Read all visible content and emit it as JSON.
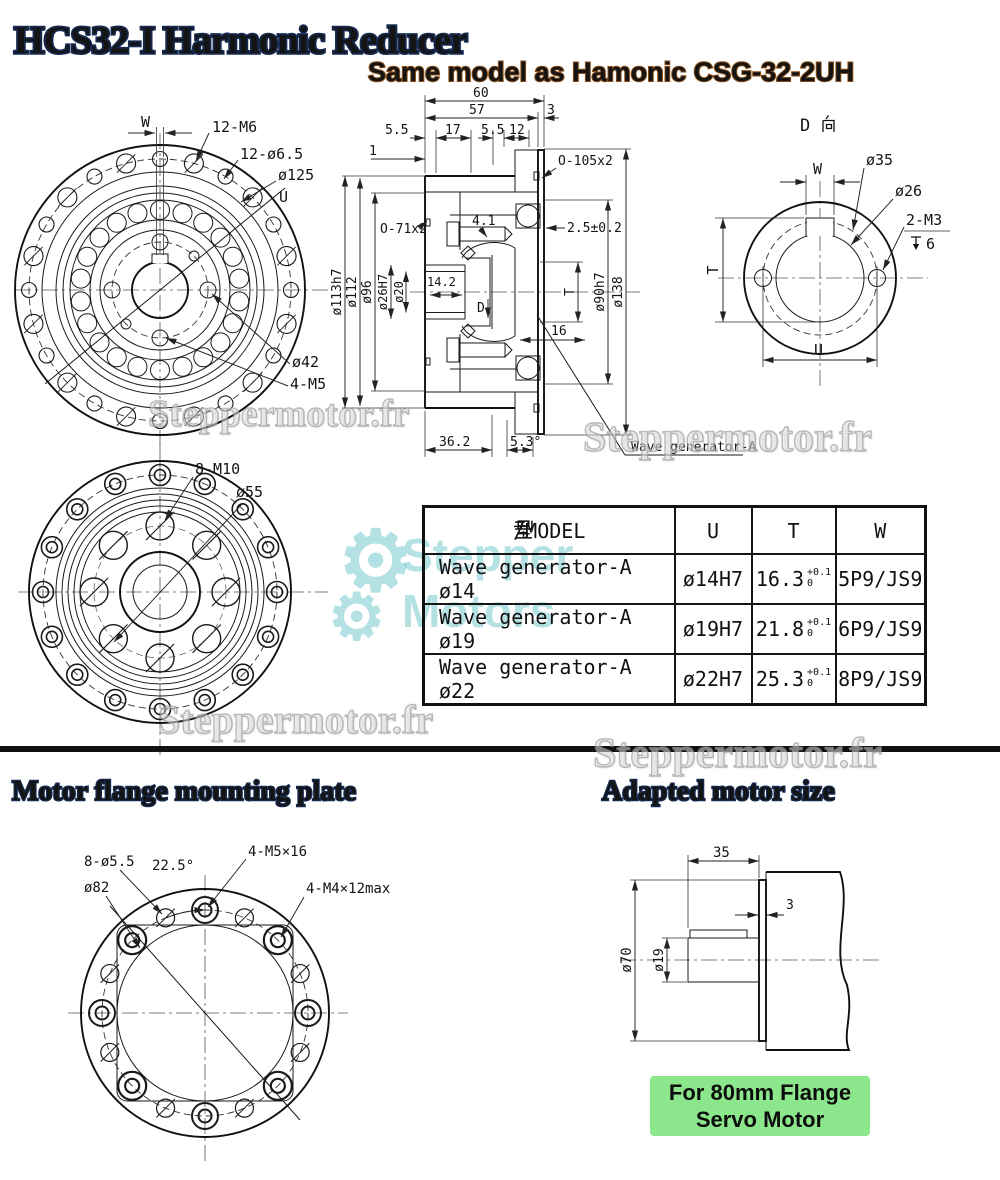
{
  "header": {
    "title": "HCS32-I Harmonic Reducer",
    "subtitle": "Same model as Hamonic CSG-32-2UH"
  },
  "sections": {
    "left": "Motor flange mounting plate",
    "right": "Adapted motor size"
  },
  "front_view": {
    "w": "W",
    "m6": "12-M6",
    "d65": "12-ø6.5",
    "d125": "ø125",
    "u": "U",
    "d42": "ø42",
    "m5": "4-M5"
  },
  "section_view": {
    "d60": "60",
    "d57": "57",
    "d3": "3",
    "d55a": "5.5",
    "d17": "17",
    "d55b": "5.5",
    "d12": "12",
    "d1": "1",
    "oring_top": "O-105x2",
    "oring_left": "O-71x2",
    "d41": "4.1",
    "d25": "2.5±0.2",
    "dia113": "ø113h7",
    "dia112": "ø112",
    "dia96": "ø96",
    "dia26": "ø26H7",
    "dia20": "ø20",
    "d142": "14.2",
    "dlabel": "D",
    "tlabel": "T",
    "dia90": "ø90h7",
    "dia138": "ø138",
    "d16": "16",
    "d362": "36.2",
    "d53": "5.3°",
    "wave_label": "Wave generator-A"
  },
  "d_view": {
    "title": "D 向",
    "title_latin": "D",
    "w": "W",
    "d35": "ø35",
    "d26": "ø26",
    "m3": "2-M3",
    "depth": "6",
    "t": "T",
    "u": "U"
  },
  "rear_view": {
    "m10": "8-M10",
    "d55": "ø55"
  },
  "flange_view": {
    "d55": "8-ø5.5",
    "angle": "22.5°",
    "m5": "4-M5×16",
    "d82": "ø82",
    "m4": "4-M4×12max"
  },
  "motor_view": {
    "d35": "35",
    "d3": "3",
    "d70": "ø70",
    "d19": "ø19"
  },
  "badge": {
    "line1": "For 80mm Flange",
    "line2": "Servo Motor"
  },
  "table": {
    "header_model": "型号/MODEL",
    "header_model_suffix": "/MODEL",
    "headers": [
      "型号/MODEL",
      "U",
      "T",
      "W"
    ],
    "rows": [
      {
        "model": "Wave generator-A ø14",
        "u": "ø14H7",
        "t": "16.3",
        "t_sup": "+0.1",
        "t_sub": "0",
        "w": "5P9/JS9"
      },
      {
        "model": "Wave generator-A ø19",
        "u": "ø19H7",
        "t": "21.8",
        "t_sup": "+0.1",
        "t_sub": "0",
        "w": "6P9/JS9"
      },
      {
        "model": "Wave generator-A ø22",
        "u": "ø22H7",
        "t": "25.3",
        "t_sup": "+0.1",
        "t_sub": "0",
        "w": "8P9/JS9"
      }
    ]
  },
  "watermark": {
    "text": "Steppermotor.fr",
    "logo1": "Stepper",
    "logo2": "Motors"
  },
  "colors": {
    "title_blue": "#4b9fd3",
    "title_outline": "#16294f",
    "subtitle_orange": "#e78b38",
    "subtitle_outline": "#8a4f16",
    "badge_green": "#8ce78c",
    "line_color": "#1a1a1a"
  }
}
